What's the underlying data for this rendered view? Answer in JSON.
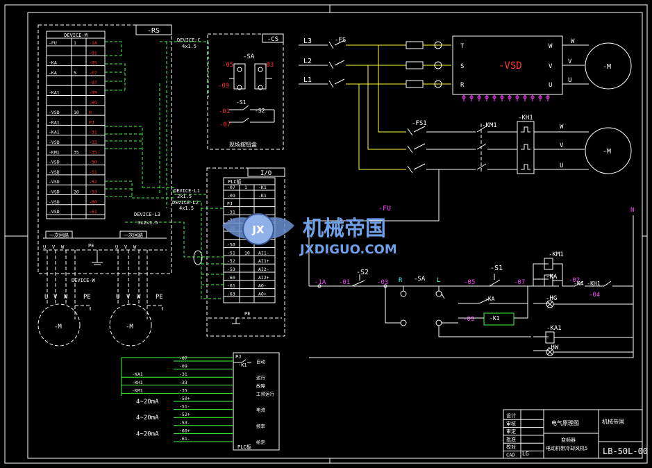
{
  "colors": {
    "background": "#000000",
    "line": "#ffffff",
    "wire": "#ffff40",
    "signal": "#40ff40",
    "tag": "#ff3030",
    "node": "#ff40ff",
    "accent": "#40ffff"
  },
  "rs_panel": {
    "title": "-RS",
    "device_title": "DEVICE-M",
    "rows": [
      {
        "name": "-FU",
        "a": "1",
        "b": "-1A"
      },
      {
        "name": "",
        "a": "",
        "b": "-01"
      },
      {
        "name": "-KA",
        "a": "",
        "b": "-05"
      },
      {
        "name": "-KA",
        "a": "5",
        "b": "-07"
      },
      {
        "name": "",
        "a": "",
        "b": "-07"
      },
      {
        "name": "-KA1",
        "a": "",
        "b": "-09"
      },
      {
        "name": "",
        "a": "",
        "b": "-09"
      },
      {
        "name": "-VSD",
        "a": "10",
        "b": "H"
      },
      {
        "name": "-KA1",
        "a": "",
        "b": "PJ"
      },
      {
        "name": "-KA1",
        "a": "",
        "b": "-31"
      },
      {
        "name": "-VSD",
        "a": "",
        "b": "-33"
      },
      {
        "name": "-KM1",
        "a": "35",
        "b": "-35"
      },
      {
        "name": "-VSD",
        "a": "",
        "b": "-50"
      },
      {
        "name": "-VSD",
        "a": "",
        "b": "-51"
      },
      {
        "name": "-VSD",
        "a": "",
        "b": "-52"
      },
      {
        "name": "-VSD",
        "a": "20",
        "b": "-53"
      },
      {
        "name": "-VSD",
        "a": "",
        "b": "-60"
      },
      {
        "name": "-VSD",
        "a": "",
        "b": "-61"
      }
    ],
    "cable_label": "DEVICE-C",
    "cable_spec": "4x1.5",
    "secondary_left": "一次回路",
    "secondary_right": "一次回路",
    "pe": "PE",
    "device_w": "DEVICE-W"
  },
  "cs_box": {
    "title": "-CS",
    "sa": "-SA",
    "tags": [
      "-05",
      "-03",
      "-09",
      "-01",
      "-07"
    ],
    "s1": "-S1",
    "s2": "-S2",
    "caption": "现场按钮盒"
  },
  "io_box": {
    "title": "I/O",
    "plc": "PLC板",
    "rows": [
      {
        "a": "-07",
        "b": "1",
        "c": "-K1"
      },
      {
        "a": "-09",
        "b": "",
        "c": "-K1"
      },
      {
        "a": "PJ",
        "b": "",
        "c": ""
      },
      {
        "a": "-31",
        "b": "",
        "c": ""
      },
      {
        "a": "-33",
        "b": "",
        "c": ""
      },
      {
        "a": "-35",
        "b": "",
        "c": ""
      },
      {
        "a": "",
        "b": "",
        "c": ""
      },
      {
        "a": "-50",
        "b": "",
        "c": ""
      },
      {
        "a": "-51",
        "b": "10",
        "c": "AI1-"
      },
      {
        "a": "-52",
        "b": "",
        "c": "AI1+"
      },
      {
        "a": "-53",
        "b": "",
        "c": "AI2-"
      },
      {
        "a": "-60",
        "b": "",
        "c": "AI2+"
      },
      {
        "a": "-61",
        "b": "",
        "c": "AO-"
      },
      {
        "a": "-63",
        "b": "",
        "c": "AO+"
      }
    ],
    "pe": "PE"
  },
  "cables": {
    "l1": "DEVICE-L1",
    "l1_spec": "2x1.5",
    "l2": "DEVICE-L2",
    "l2_spec": "4x1.5",
    "l3": "DEVICE-L3",
    "l3_spec": "3x2x1.5"
  },
  "motors": {
    "label": "-M",
    "terminals": [
      "U",
      "V",
      "W",
      "PE"
    ]
  },
  "power": {
    "phases": [
      "L3",
      "L2",
      "L1"
    ],
    "fs": "-FS",
    "fs1": "-FS1",
    "km1": "-KM1",
    "kh1": "-KH1",
    "vsd": "-VSD",
    "vsd_in": [
      "T",
      "S",
      "R"
    ],
    "vsd_out": [
      "W",
      "V",
      "U"
    ],
    "motor_out": [
      "W",
      "V",
      "U"
    ],
    "fu": "-FU",
    "n": "N"
  },
  "control": {
    "tags": [
      "-1A",
      "-01",
      "-03",
      "-05",
      "-07",
      "-02",
      "-04",
      "-09"
    ],
    "s2": "-S2",
    "s1": "-S1",
    "sa": "-SA",
    "r": "R",
    "l": "L",
    "ka": "-KA",
    "km1": "-KM1",
    "hg": "-HG",
    "ka1": "-KA1",
    "hw": "-HW",
    "k1": "-K1",
    "ka_kh": "-KA -KH1"
  },
  "plc_bottom": {
    "pj": "PJ",
    "k1": "-K1",
    "rows": [
      {
        "left": "",
        "tag": "-07",
        "right": "自动"
      },
      {
        "left": "",
        "tag": "-09",
        "right": ""
      },
      {
        "left": "-KA1",
        "tag": "-31",
        "right": "运行"
      },
      {
        "left": "-KH1",
        "tag": "-33",
        "right": "故障"
      },
      {
        "left": "-KM1",
        "tag": "-35",
        "right": "工频运行"
      },
      {
        "left": "4~20mA",
        "tag": "-50+",
        "right": ""
      },
      {
        "left": "",
        "tag": "-51-",
        "right": "电流"
      },
      {
        "left": "4~20mA",
        "tag": "-52+",
        "right": ""
      },
      {
        "left": "",
        "tag": "-53-",
        "right": "频率"
      },
      {
        "left": "4~20mA",
        "tag": "-60+",
        "right": ""
      },
      {
        "left": "",
        "tag": "-61-",
        "right": "给定"
      }
    ],
    "caption": "PLC板"
  },
  "title_block": {
    "rows": [
      "设计",
      "审核",
      "审定",
      "批准",
      "校对",
      "CAD"
    ],
    "cad_val": "LG",
    "title1": "电气原理图",
    "title2": "变频器",
    "title3": "电动机带冷却风机5",
    "company": "机械帝国",
    "drawing_no": "LB-50L-00"
  },
  "watermark": {
    "cn": "机械帝国",
    "en": "JXDIGUO.COM",
    "logo": "JX"
  }
}
